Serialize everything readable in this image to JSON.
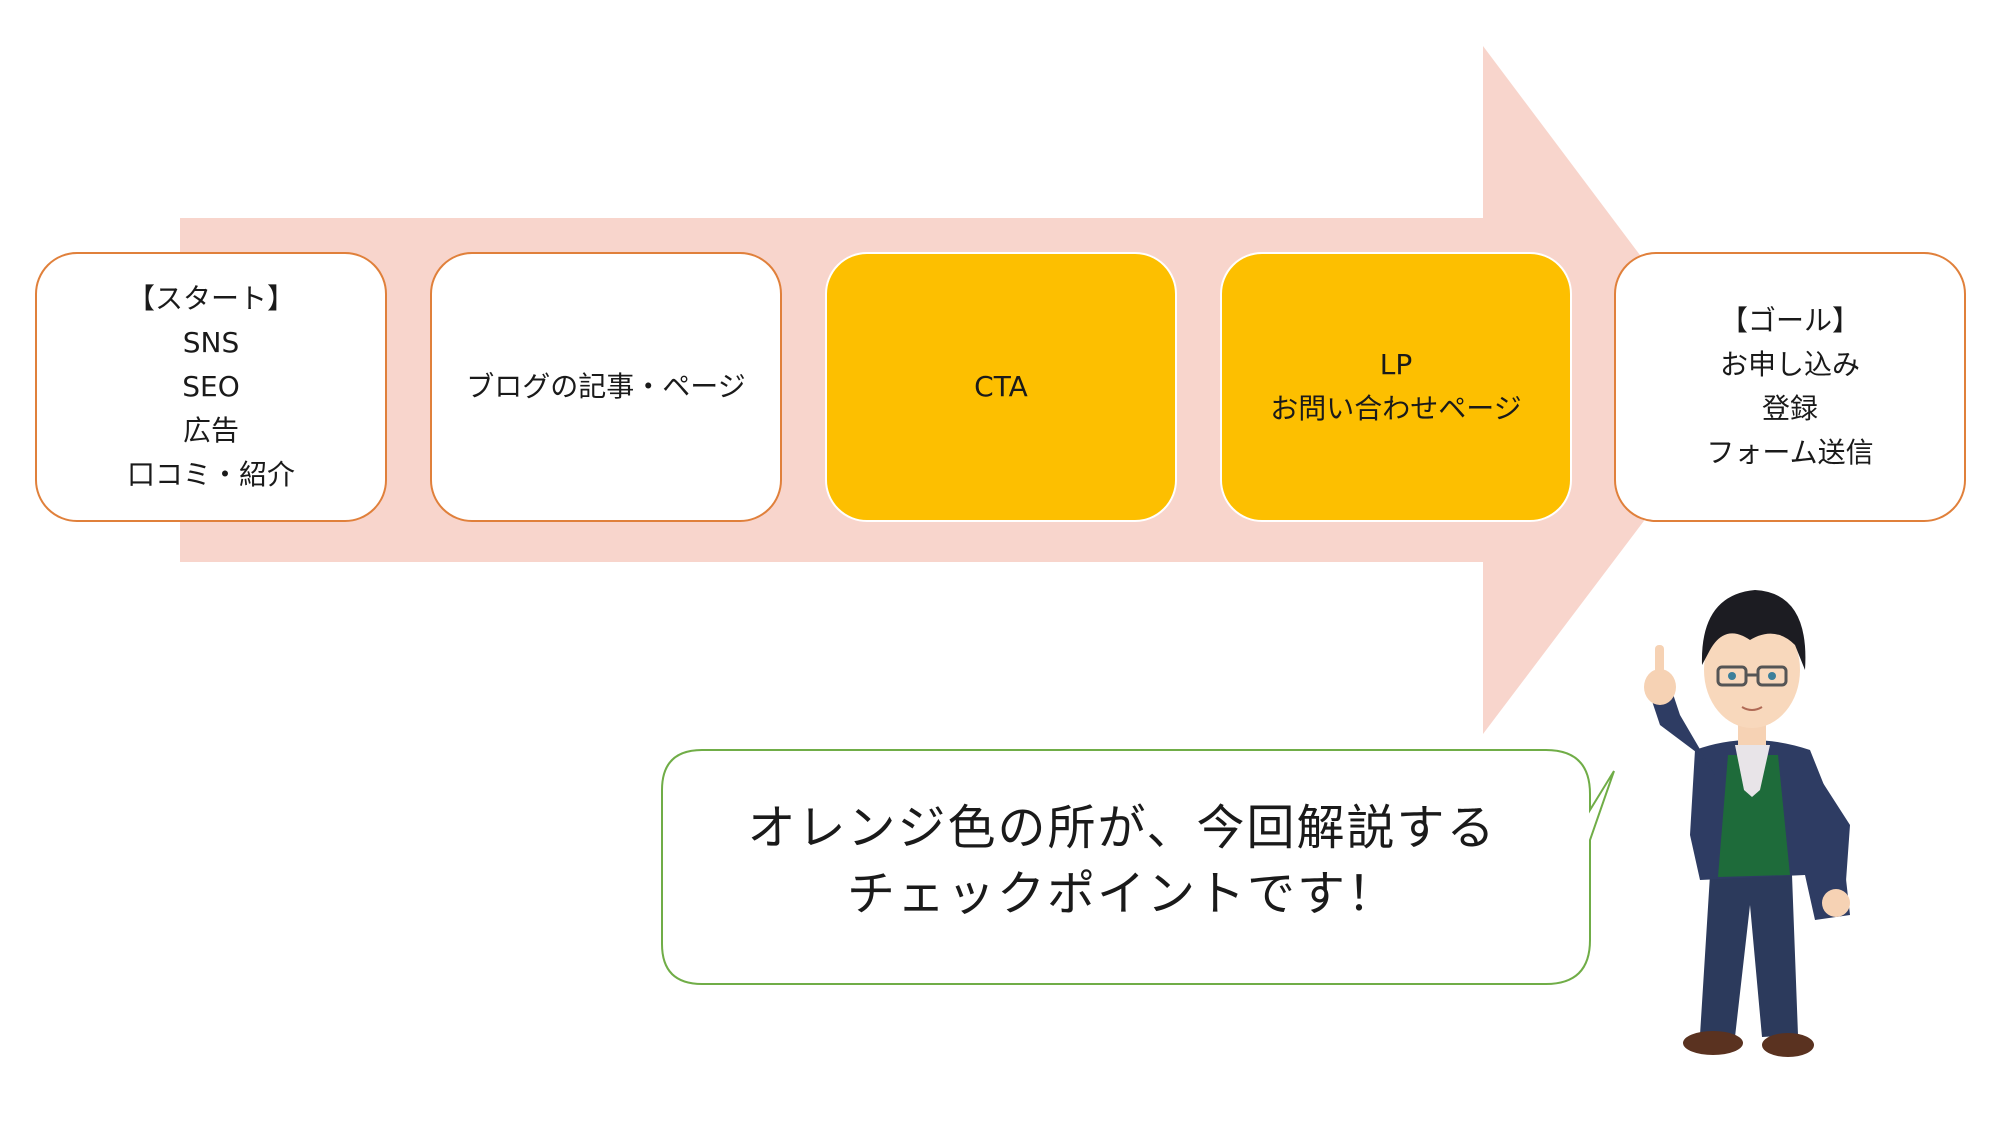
{
  "flow": {
    "start": {
      "lines": [
        "【スタート】",
        "SNS",
        "SEO",
        "広告",
        "口コミ・紹介"
      ]
    },
    "blog": {
      "lines": [
        "ブログの記事・ページ"
      ]
    },
    "cta": {
      "lines": [
        "CTA"
      ],
      "highlighted": true
    },
    "lp": {
      "lines": [
        "LP",
        "お問い合わせページ"
      ],
      "highlighted": true
    },
    "goal": {
      "lines": [
        "【ゴール】",
        "お申し込み",
        "登録",
        "フォーム送信"
      ]
    }
  },
  "speech_bubble": {
    "lines": [
      "オレンジ色の所が、今回解説する",
      "チェックポイントです！"
    ]
  },
  "colors": {
    "arrow": "#f8d5cc",
    "box_border": "#e0803b",
    "highlight": "#fdbf00",
    "bubble_border": "#70ad47"
  },
  "character": {
    "icon": "presenter-illustration"
  }
}
